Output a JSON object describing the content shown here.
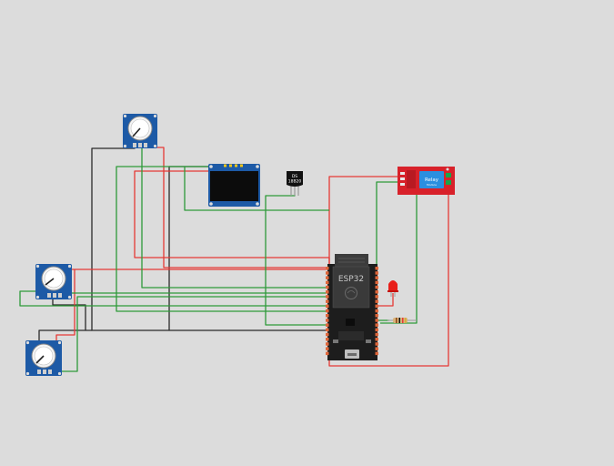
{
  "components": {
    "oled": {
      "name": "OLED display"
    },
    "ds18b20": {
      "label_line1": "DS",
      "label_line2": "18B20"
    },
    "relay": {
      "label_line1": "Relay",
      "label_line2": "Module"
    },
    "esp32": {
      "label": "ESP32"
    },
    "led": {
      "color": "#e8201b"
    },
    "potentiometers": [
      "pot-top",
      "pot-left-middle",
      "pot-left-bottom"
    ]
  },
  "colors": {
    "background": "#dcdcdc",
    "wire_red": "#e53935",
    "wire_green": "#2e9a3a",
    "wire_black": "#2a2a2a",
    "module_blue": "#1d5aa6",
    "relay_red": "#d8212a",
    "esp_board": "#1d1d1d"
  }
}
